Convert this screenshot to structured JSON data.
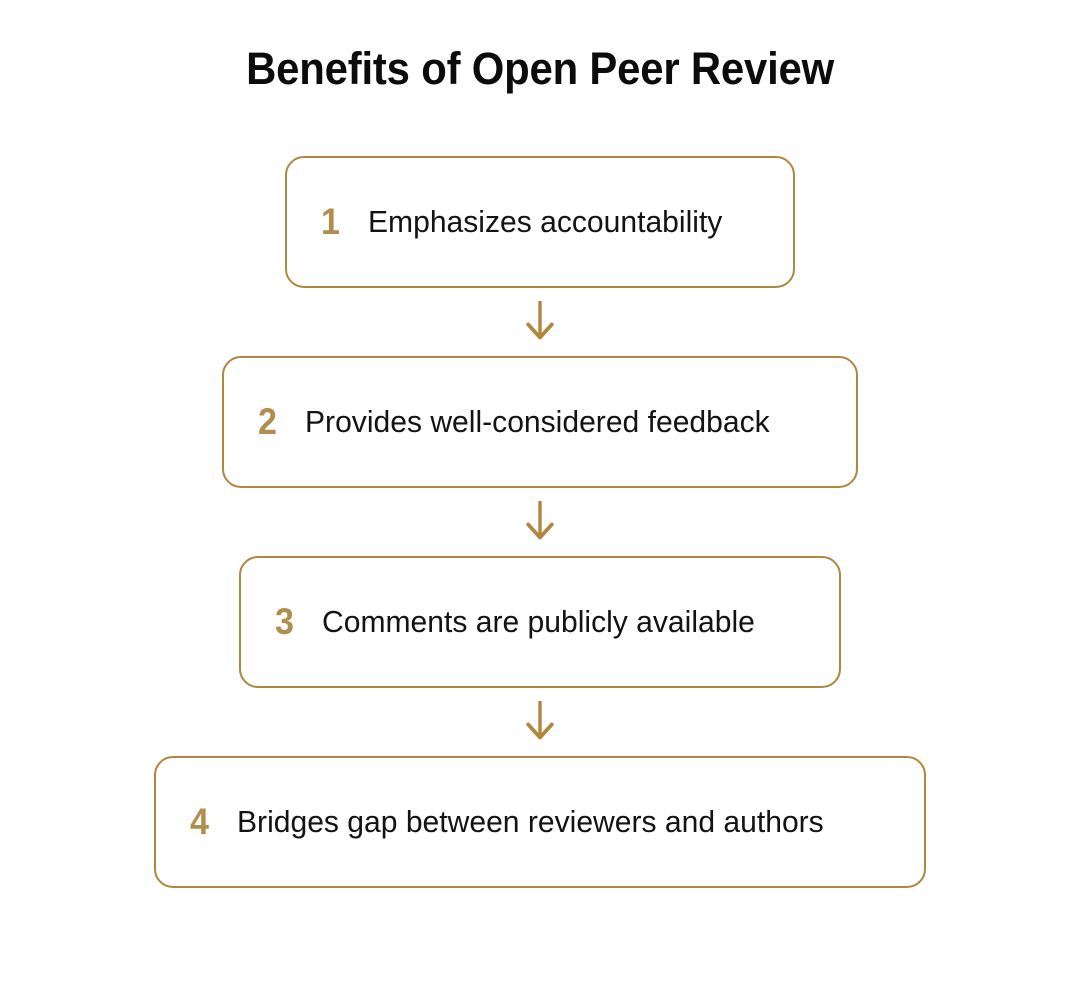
{
  "page": {
    "title": "Benefits of Open Peer Review",
    "background_color": "#ffffff"
  },
  "theme": {
    "accent_gold": "#b0873f",
    "number_gold": "#b08e4e",
    "text_color": "#131313",
    "title_color": "#0c0c0c"
  },
  "flow": {
    "arrow_glyph": "↓",
    "arrow_name": "arrow-down-icon",
    "steps": [
      {
        "number": "1",
        "label": "Emphasizes accountability"
      },
      {
        "number": "2",
        "label": "Provides well-considered feedback"
      },
      {
        "number": "3",
        "label": "Comments are publicly available"
      },
      {
        "number": "4",
        "label": "Bridges gap between reviewers and authors"
      }
    ]
  }
}
